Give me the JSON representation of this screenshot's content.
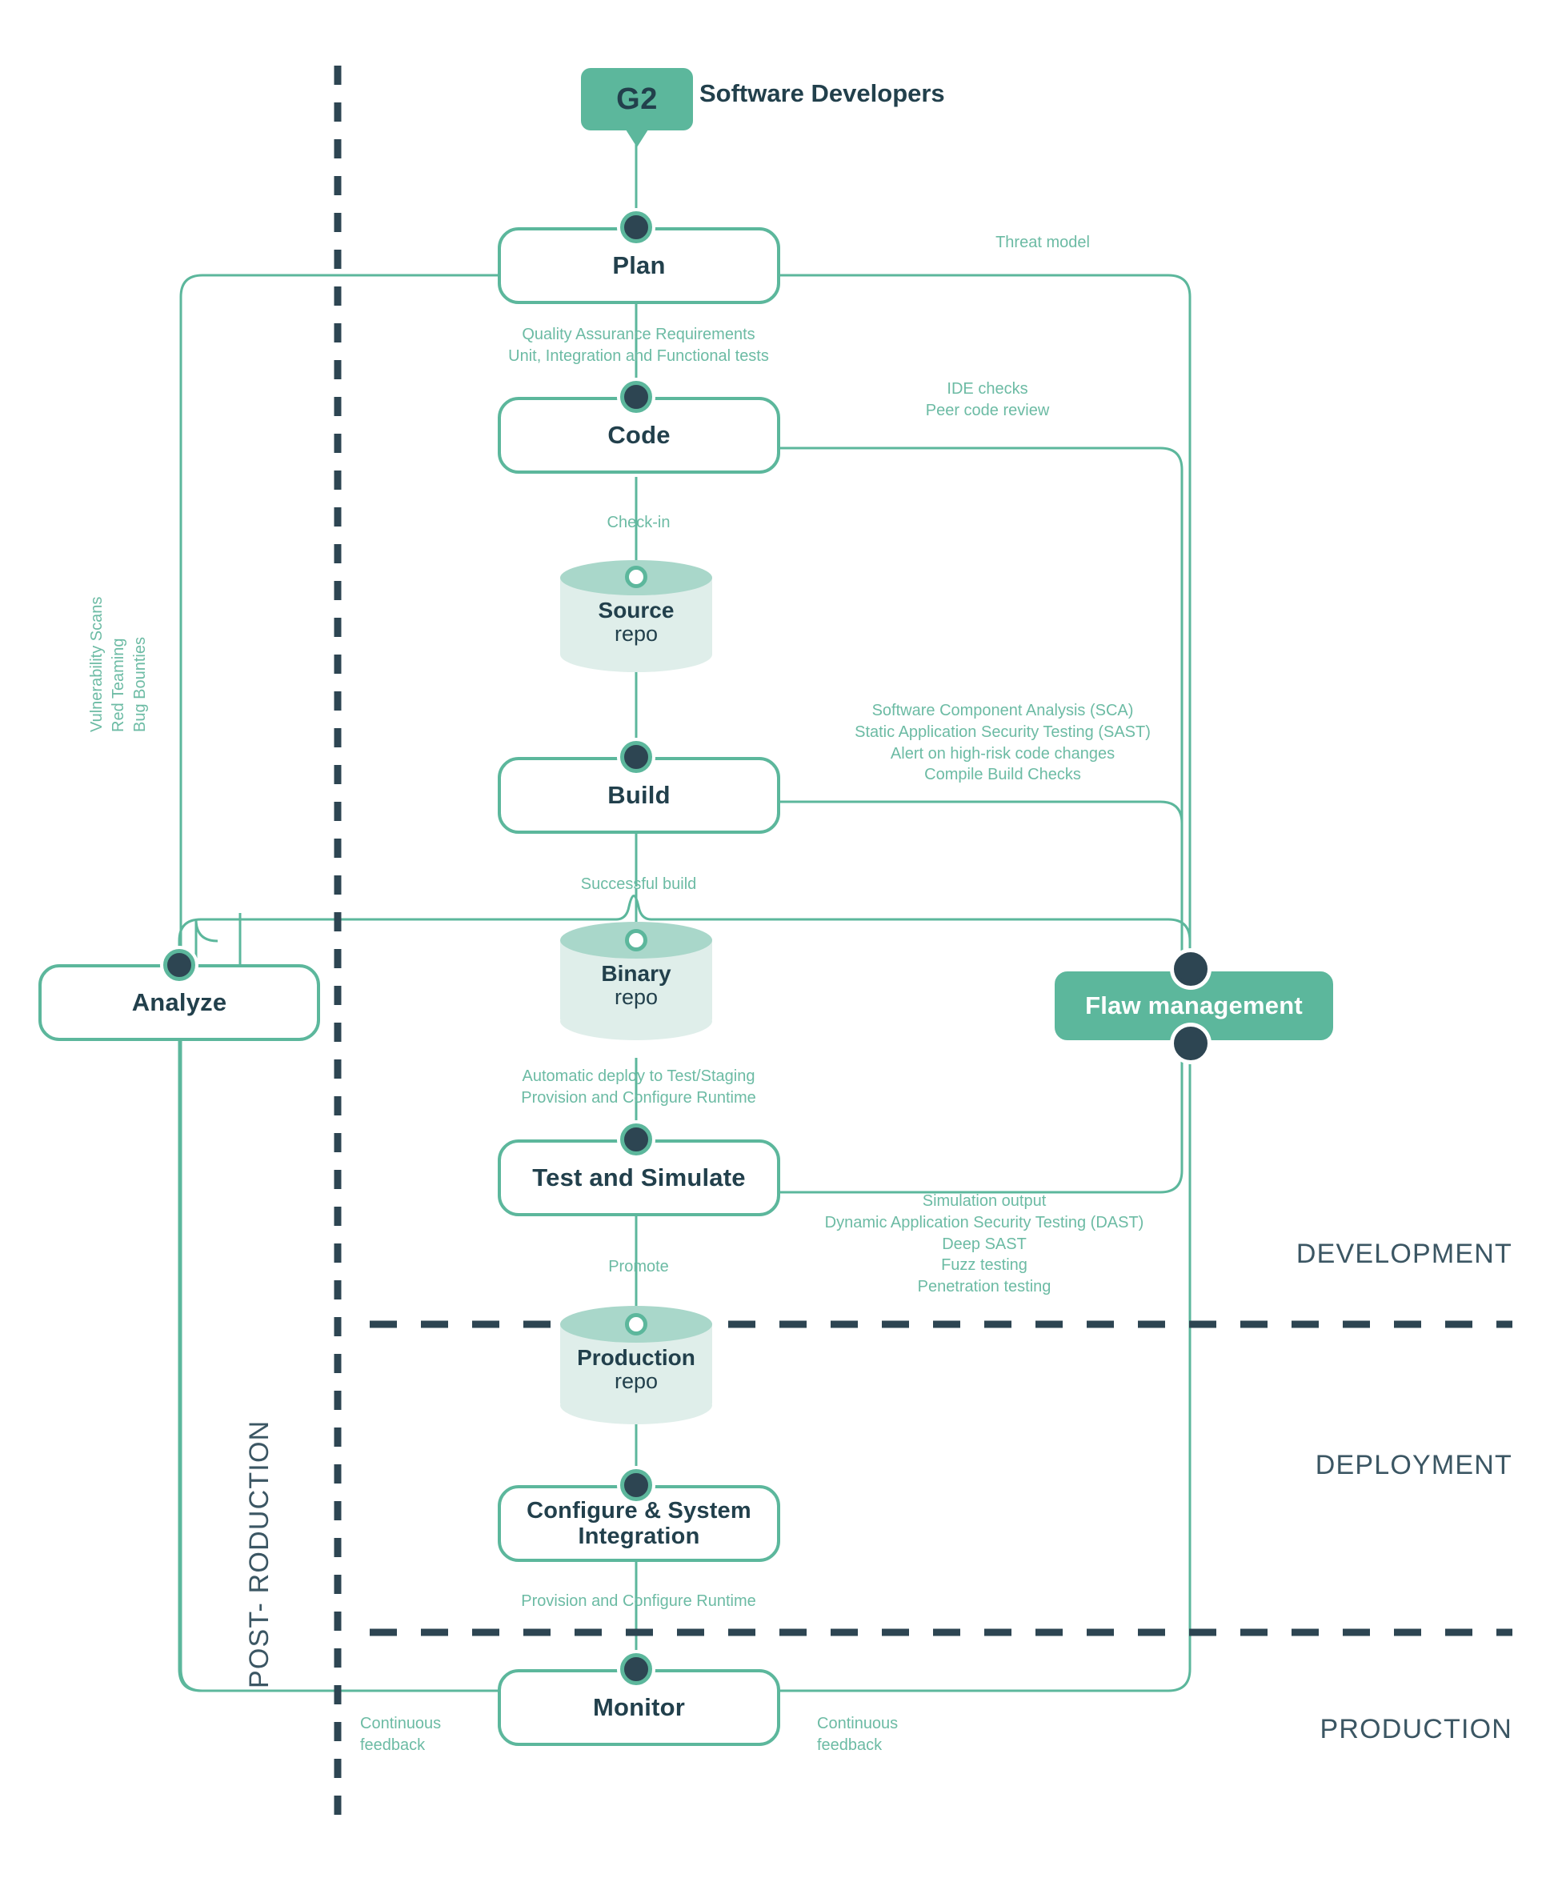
{
  "diagram": {
    "title": "Software Developers",
    "badge": "G2",
    "colors": {
      "teal": "#5cb79c",
      "teal_text": "#6cbba4",
      "navy": "#2d4552",
      "navy_text": "#3b5663",
      "cyl_top": "#a9d7ca",
      "cyl_body": "#dfeeea",
      "background": "#ffffff"
    }
  },
  "nodes": {
    "plan": "Plan",
    "code": "Code",
    "source_repo_title": "Source",
    "source_repo_sub": "repo",
    "build": "Build",
    "binary_repo_title": "Binary",
    "binary_repo_sub": "repo",
    "analyze": "Analyze",
    "flaw_management": "Flaw management",
    "test_and_simulate": "Test and Simulate",
    "production_repo_title": "Production",
    "production_repo_sub": "repo",
    "configure_system_integration": "Configure & System\nIntegration",
    "monitor": "Monitor"
  },
  "edge_labels": {
    "plan_to_code": "Quality Assurance Requirements\nUnit, Integration and Functional tests",
    "code_to_source": "Check-in",
    "source_to_build": "",
    "build_to_binary": "Successful build",
    "binary_to_test": "Automatic deploy to Test/Staging\nProvision and Configure Runtime",
    "test_to_production": "Promote",
    "configure_to_monitor": "Provision and Configure Runtime",
    "monitor_feedback_left": "Continuous\nfeedback",
    "monitor_feedback_right": "Continuous\nfeedback"
  },
  "side_labels": {
    "plan_right": "Threat model",
    "code_right": "IDE checks\nPeer code review",
    "build_right": "Software Component Analysis (SCA)\nStatic Application Security Testing (SAST)\nAlert on high-risk code changes\nCompile Build Checks",
    "test_right": "Simulation output\nDynamic Application Security Testing (DAST)\nDeep SAST\nFuzz testing\nPenetration testing",
    "left_vertical": "Vulnerability Scans\nRed Teaming\nBug Bounties",
    "post_production_vertical": "POST- RODUCTION"
  },
  "stages": {
    "development": "DEVELOPMENT",
    "deployment": "DEPLOYMENT",
    "production": "PRODUCTION"
  }
}
